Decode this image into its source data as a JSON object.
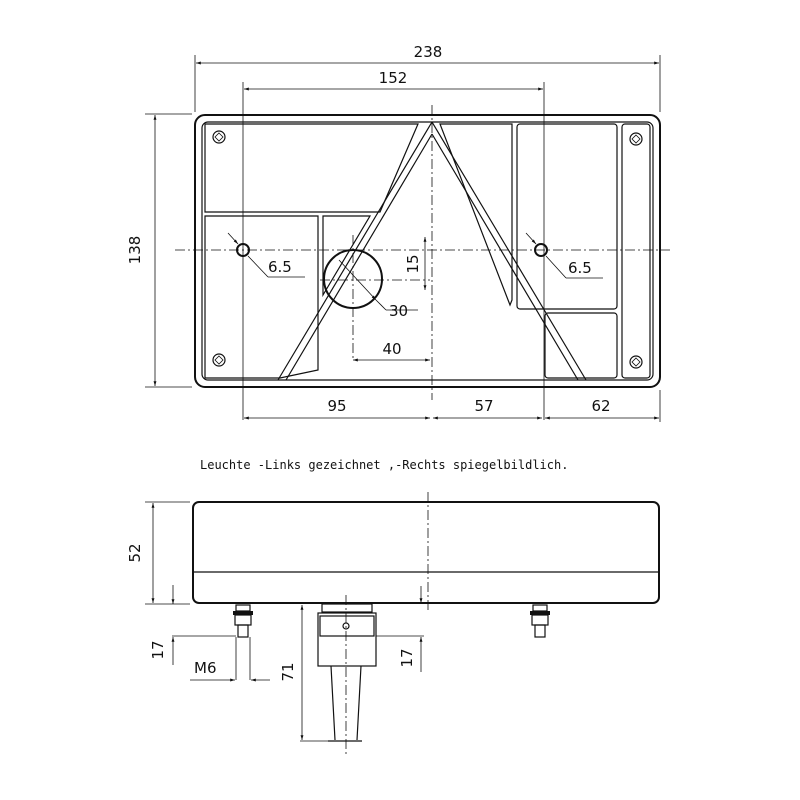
{
  "drawing": {
    "front_view": {
      "overall_width": "238",
      "mounting_hole_spacing": "152",
      "overall_height": "138",
      "hole_diameter_left": "6.5",
      "hole_diameter_right": "6.5",
      "cable_hole_diameter": "30",
      "cable_hole_vertical_offset": "15",
      "cable_hole_horizontal_offset": "40",
      "bottom_dim_1": "95",
      "bottom_dim_2": "57",
      "bottom_dim_3": "62"
    },
    "note": "Leuchte -Links gezeichnet ,-Rechts spiegelbildlich.",
    "side_view": {
      "body_depth": "52",
      "stud_length": "17",
      "thread_size": "M6",
      "connector_length": "71",
      "connector_offset": "17"
    }
  }
}
